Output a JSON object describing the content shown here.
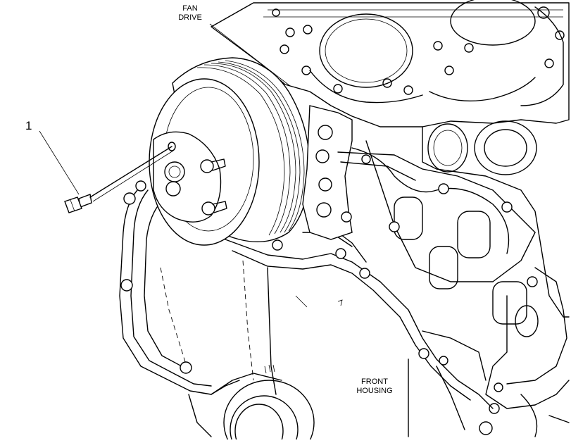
{
  "callouts": {
    "item_1": "1",
    "fan_drive": [
      "FAN",
      "DRIVE"
    ],
    "front_housing": [
      "FRONT",
      "HOUSING"
    ]
  },
  "icons": [
    "bolt-icon",
    "pulley-icon",
    "engine-block-icon",
    "front-housing-icon"
  ],
  "colors": {
    "line": "#000000",
    "background": "#ffffff"
  }
}
